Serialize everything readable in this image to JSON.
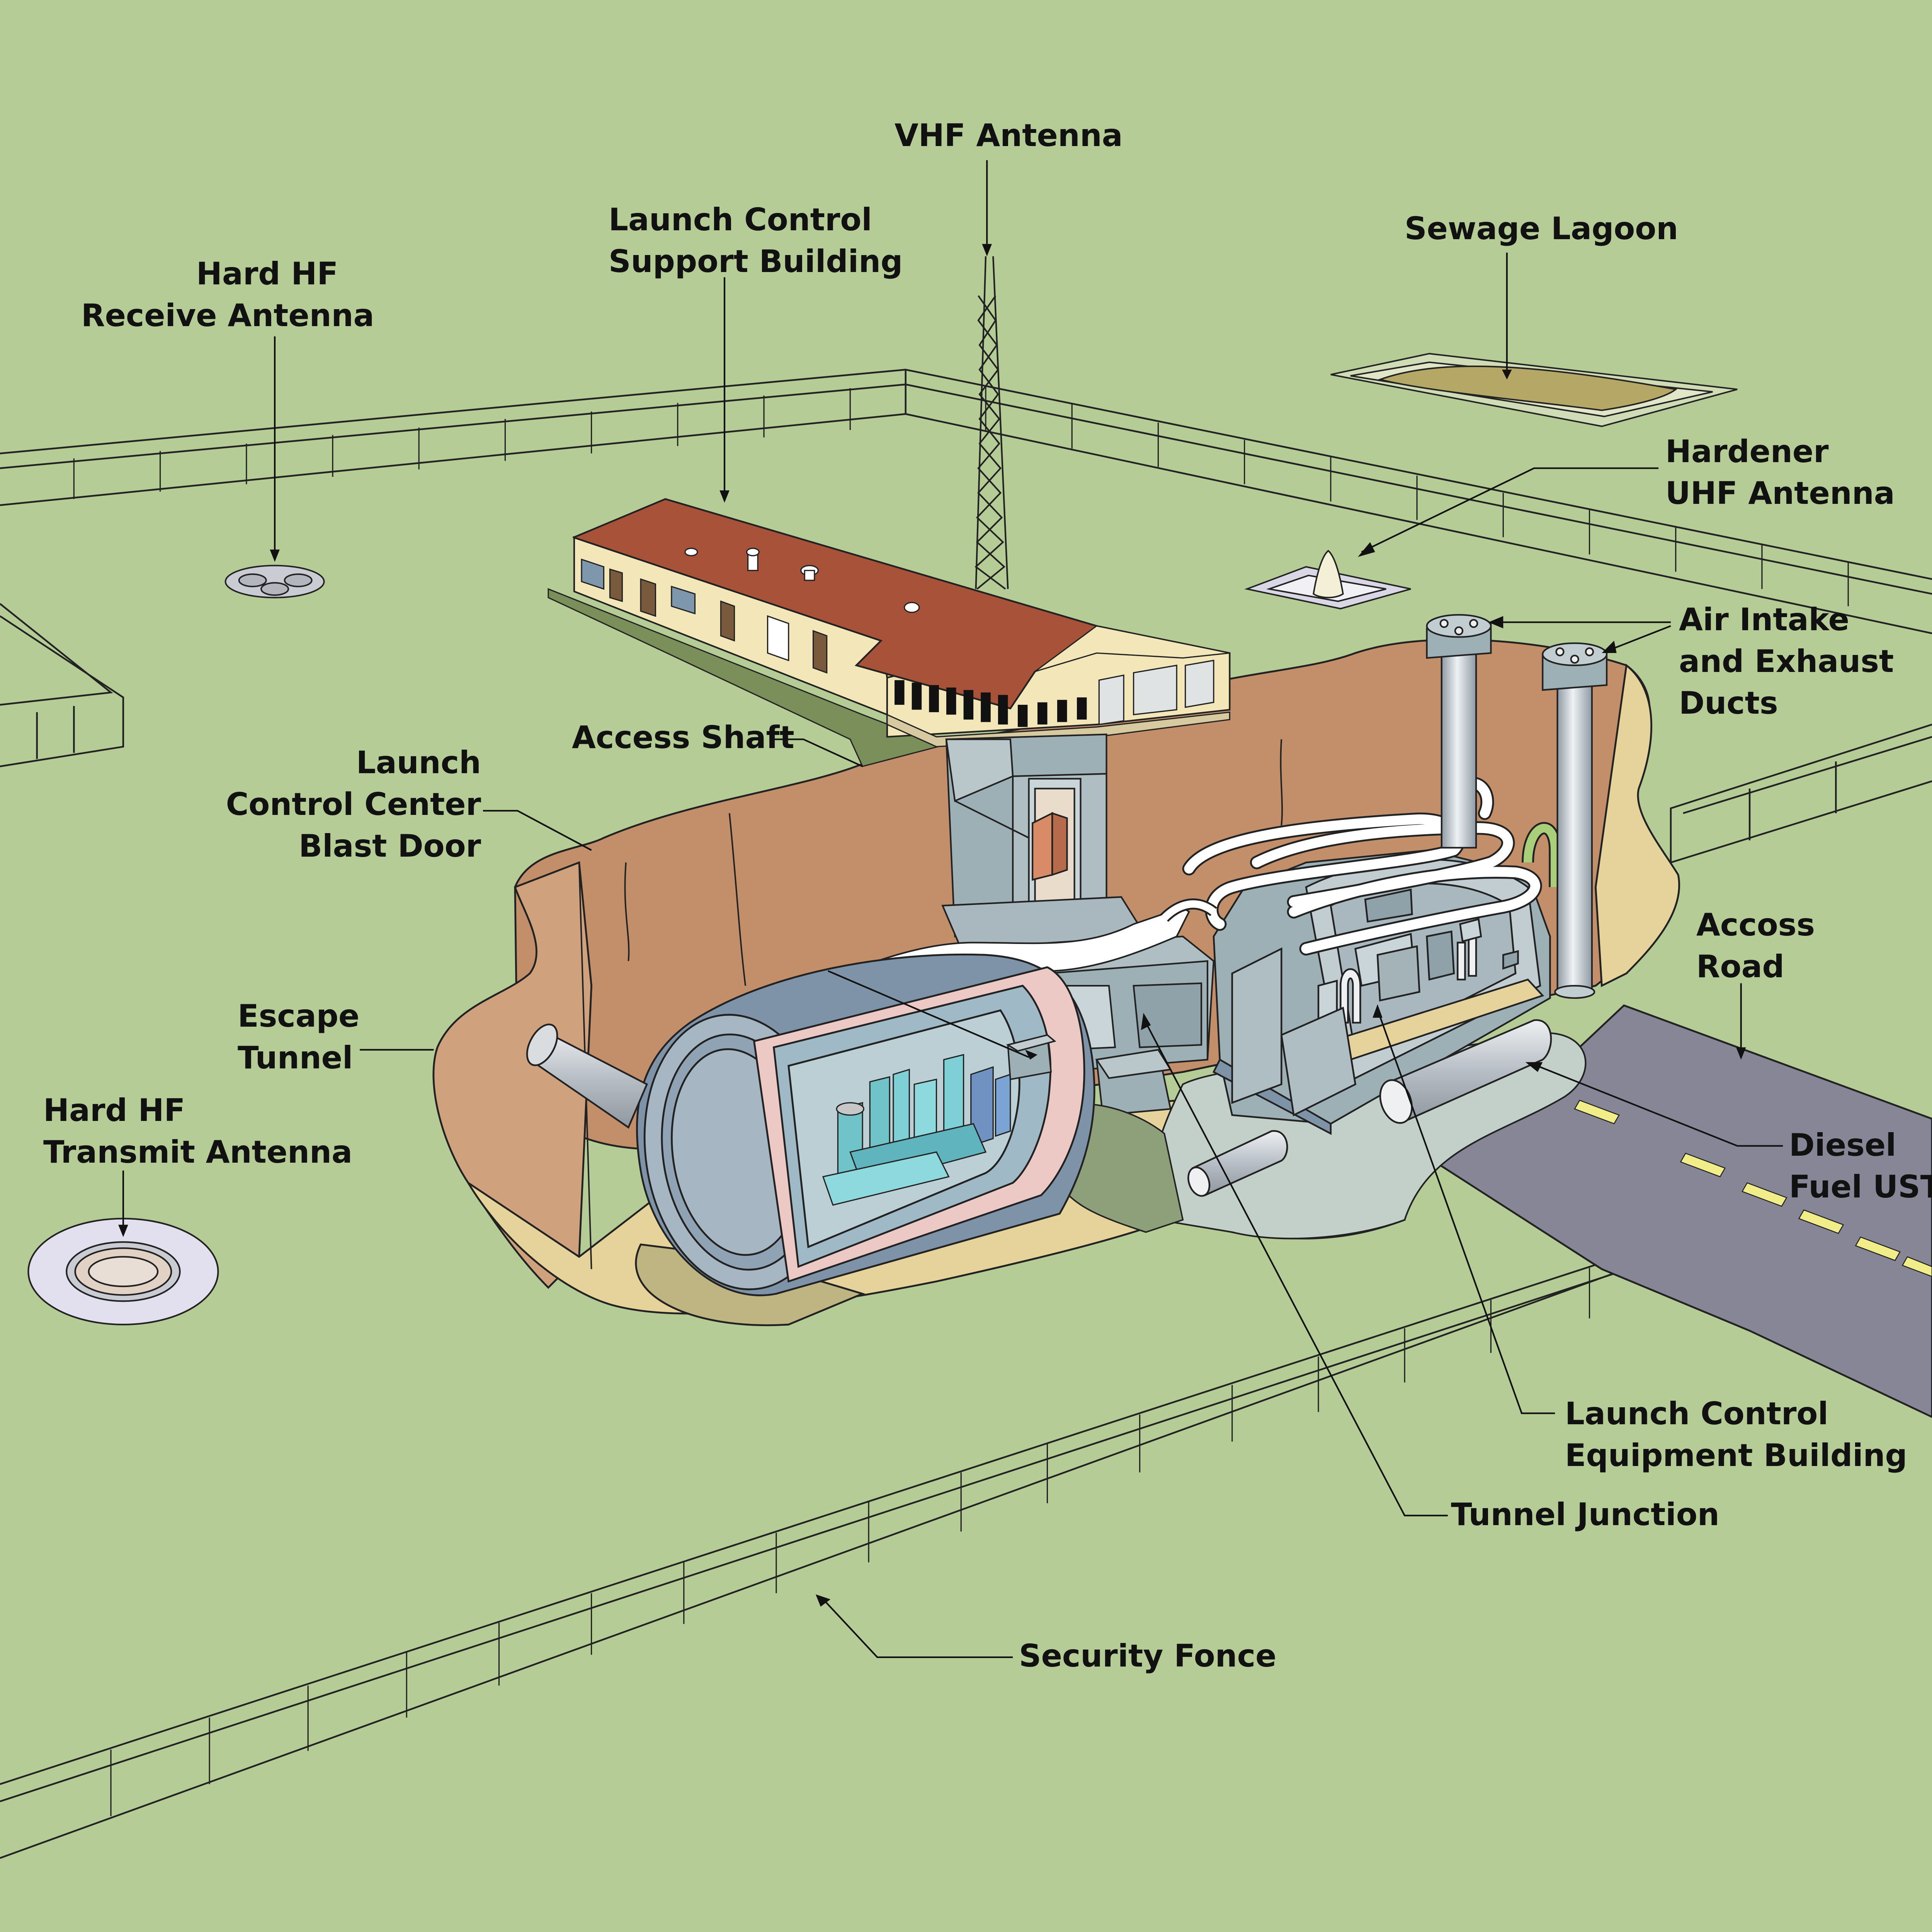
{
  "labels": {
    "vhf_antenna": "VHF Antenna",
    "support_building": [
      "Launch Control",
      "Support Building"
    ],
    "hf_receive": [
      "Hard HF",
      "Receive Antenna"
    ],
    "sewage_lagoon": "Sewage Lagoon",
    "uhf_antenna": [
      "Hardener",
      "UHF Antenna"
    ],
    "air_ducts": [
      "Air Intake",
      "and Exhaust",
      "Ducts"
    ],
    "access_shaft": "Access Shaft",
    "blast_door": [
      "Launch",
      "Control Center",
      "Blast Door"
    ],
    "access_road": [
      "Accoss",
      "Road"
    ],
    "escape_tunnel": [
      "Escape",
      "Tunnel"
    ],
    "hf_transmit": [
      "Hard HF",
      "Transmit Antenna"
    ],
    "diesel_fuel": [
      "Diesel",
      "Fuel UST"
    ],
    "equipment_building": [
      "Launch Control",
      "Equipment Building"
    ],
    "tunnel_junction": "Tunnel Junction",
    "security_fence": "Security Fonce"
  },
  "colors": {
    "ground": "#b5cc96",
    "earth": "#c28f6a",
    "sand": "#e6d39b",
    "roof": "#a9523a",
    "wall": "#f3e6b8",
    "capsule": "#7e93a8",
    "steel": "#a9b8bf",
    "road": "#868696",
    "stripe": "#f1ee8a"
  }
}
